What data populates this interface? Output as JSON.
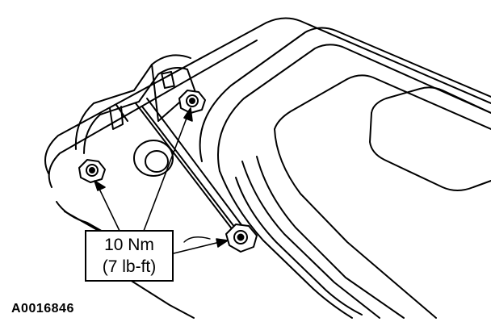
{
  "callout": {
    "torque_metric": "10 Nm",
    "torque_imperial": "(7 lb-ft)"
  },
  "figure_id": "A0016846",
  "colors": {
    "line": "#000000",
    "background": "#ffffff"
  },
  "icons": [
    "bolt-icon",
    "arrow-icon"
  ]
}
